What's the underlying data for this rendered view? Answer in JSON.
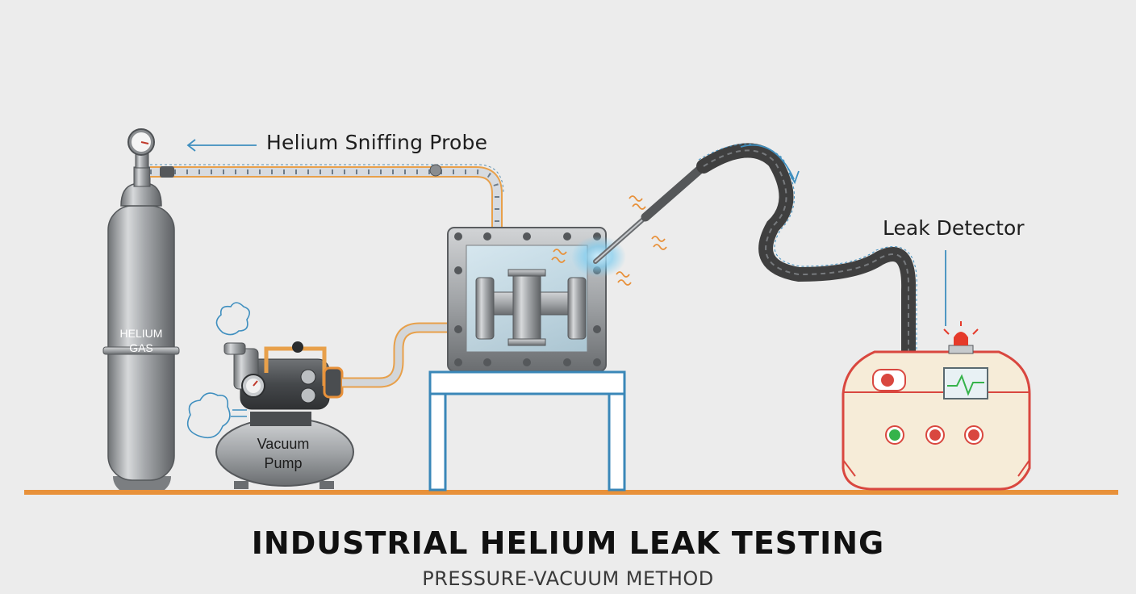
{
  "labels": {
    "probe": "Helium Sniffing Probe",
    "detector": "Leak Detector",
    "cylinder_line1": "HELIUM",
    "cylinder_line2": "GAS",
    "pump_line1": "Vacuum",
    "pump_line2": "Pump"
  },
  "title": "INDUSTRIAL HELIUM LEAK TESTING",
  "subtitle": "PRESSURE-VACUUM METHOD",
  "colors": {
    "background": "#ececec",
    "floor": "#e8913a",
    "hose_orange": "#e8a04a",
    "table_blue": "#3a87b8",
    "probe_glow": "#6fc6ee",
    "detector_body": "#f6ecd8",
    "detector_outline": "#d9473f",
    "alarm_red": "#e53a2a",
    "status_green": "#35b34a",
    "arrow_blue": "#3f8fbf"
  }
}
